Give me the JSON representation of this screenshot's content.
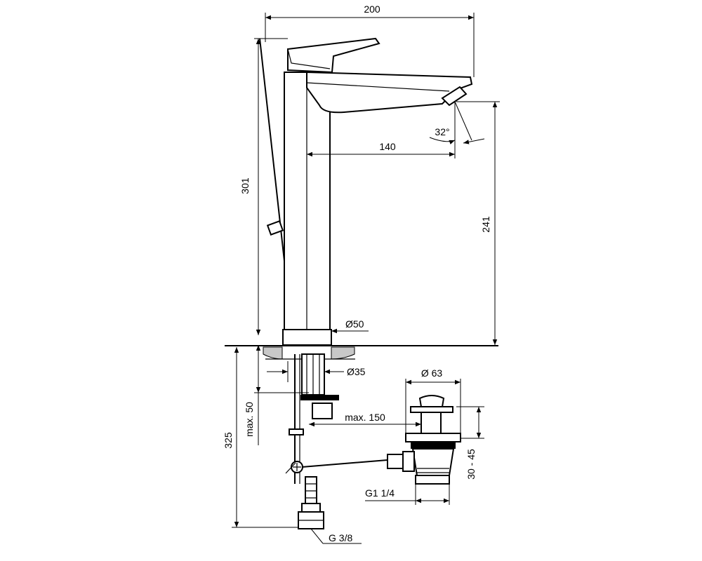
{
  "dimensions": {
    "width_total": "200",
    "height_total": "301",
    "spout_reach": "140",
    "spout_angle": "32°",
    "spout_height": "241",
    "body_diameter": "Ø50",
    "hole_diameter": "Ø35",
    "max_thickness": "max. 50",
    "below_deck": "325",
    "max_reach_below": "max. 150",
    "waste_diameter": "Ø 63",
    "waste_range": "30 - 45",
    "waste_thread": "G1 1/4",
    "supply_thread": "G 3/8"
  },
  "colors": {
    "line": "#000000",
    "deck": "#c8c8c8"
  }
}
